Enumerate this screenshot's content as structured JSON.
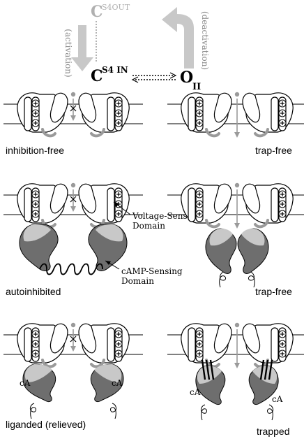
{
  "scheme": {
    "c_out": "C",
    "c_out_sup": "S4OUT",
    "c_in": "C",
    "c_in_sup": "S4 IN",
    "o": "O",
    "o_sub": "II",
    "activation": "(activation)",
    "deactivation": "(deactivation)"
  },
  "panels": {
    "inhibition_free": "inhibition-free",
    "trap_free_top": "trap-free",
    "autoinhibited": "autoinhibited",
    "trap_free_mid": "trap-free",
    "liganded": "liganded (relieved)",
    "trapped": "trapped"
  },
  "annotations": {
    "voltage_line1": "Voltage-Sensing",
    "voltage_line2": "Domain",
    "camp_line1": "cAMP-Sensing",
    "camp_line2": "Domain",
    "ca": "cA"
  },
  "colors": {
    "light_gray": "#c8c8c8",
    "mid_gray": "#9a9a9a",
    "dark_gray": "#6e6e6e",
    "stroke": "#000000"
  }
}
